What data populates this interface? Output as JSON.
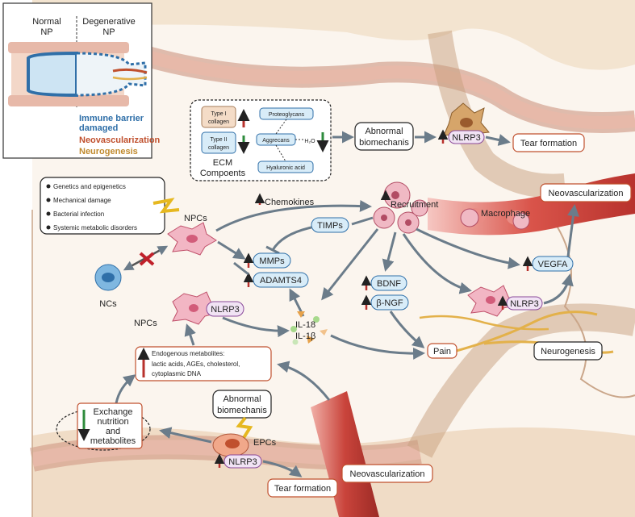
{
  "inset": {
    "normal_label": [
      "Normal",
      "NP"
    ],
    "degenerative_label": [
      "Degenerative",
      "NP"
    ],
    "legend": {
      "immune": [
        "Immune barrier",
        "damaged"
      ],
      "neovasc": "Neovascularization",
      "neuro": "Neurogenesis"
    },
    "colors": {
      "immune": "#2f6fa8",
      "neovasc": "#c0502e",
      "neuro": "#c08a2e"
    }
  },
  "ecm_box": {
    "type1": [
      "Type I",
      "collagen"
    ],
    "type2": [
      "Type II",
      "collagen"
    ],
    "proteoglycans": "Proteoglycans",
    "aggrecans": "Aggrecans",
    "water": "H₂O",
    "hyaluronic": "Hyaluronic acid",
    "title": [
      "ECM",
      "Compoents"
    ]
  },
  "top_right": {
    "abnormal": [
      "Abnormal",
      "biomechanis"
    ],
    "nlrp3": "NLRP3",
    "tear": "Tear formation"
  },
  "factors": [
    "Genetics and epigenetics",
    "Mechanical damage",
    "Bacterial infection",
    "Systemic metabolic disorders"
  ],
  "cells": {
    "npcs_top": "NPCs",
    "ncs": "NCs",
    "npcs_mid": "NPCs",
    "nlrp3_mid": "NLRP3",
    "epcs": "EPCs",
    "nlrp3_bottom": "NLRP3",
    "macrophage": "Macrophage",
    "nlrp3_right": "NLRP3"
  },
  "mediators": {
    "chemokines": "Chemokines",
    "timps": "TIMPs",
    "mmps": "MMPs",
    "adamts4": "ADAMTS4",
    "recruitment": "Recruitment",
    "bdnf": "BDNF",
    "bngf": "β-NGF",
    "vegfa": "VEGFA",
    "il18": "IL-18",
    "il1b": "IL-1β",
    "pain": "Pain"
  },
  "right_labels": {
    "neovasc_top": "Neovascularization",
    "neurogenesis": "Neurogenesis"
  },
  "metabolites": {
    "title": "Endogenous metabolites:",
    "lines": [
      "lactic acids, AGEs, cholesterol,",
      "cytoplasmic DNA"
    ]
  },
  "exchange": [
    "Exchange",
    "nutrition",
    "and",
    "metabolites"
  ],
  "bottom": {
    "abnormal": [
      "Abnormal",
      "biomechanis"
    ],
    "tear": "Tear formation",
    "neovasc": "Neovascularization"
  }
}
